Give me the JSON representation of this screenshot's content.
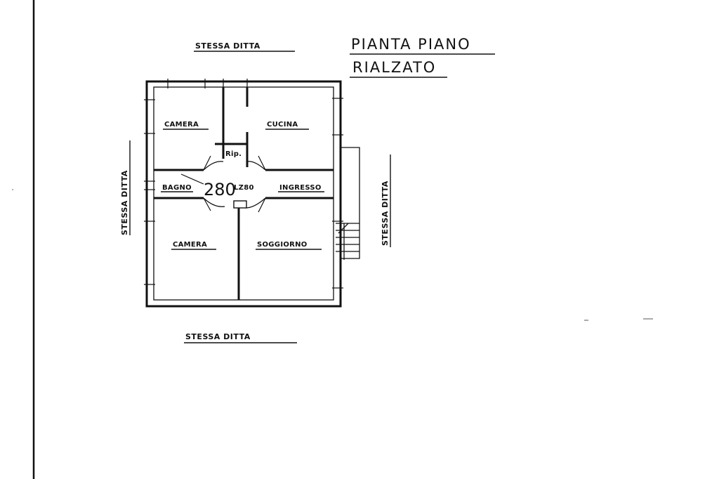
{
  "title": {
    "line1": "PIANTA PIANO",
    "line2": "RIALZATO"
  },
  "boundaries": {
    "top": "STESSA DITTA",
    "bottom": "STESSA DITTA",
    "left": "STESSA DITTA",
    "right": "STESSA DITTA"
  },
  "rooms": {
    "camera_top": "CAMERA",
    "cucina": "CUCINA",
    "bagno": "BAGNO",
    "ripostiglio": "Rip.",
    "ingresso": "INGRESSO",
    "camera_bottom": "CAMERA",
    "soggiorno": "SOGGIORNO",
    "disimpegno": "LZ80"
  },
  "height_annotation": "280"
}
